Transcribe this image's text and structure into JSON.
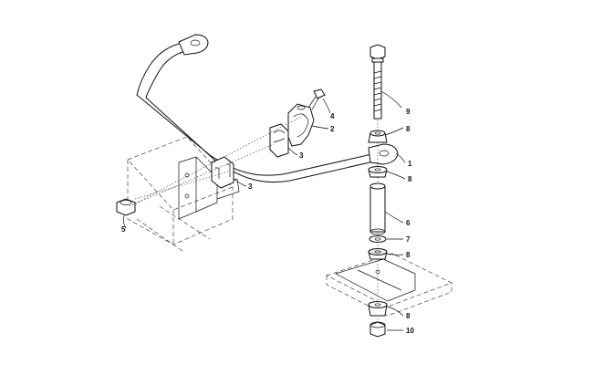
{
  "diagram": {
    "callouts": [
      {
        "id": "c-9",
        "label": "9"
      },
      {
        "id": "c-8a",
        "label": "8"
      },
      {
        "id": "c-1",
        "label": "1"
      },
      {
        "id": "c-8b",
        "label": "8"
      },
      {
        "id": "c-6",
        "label": "6"
      },
      {
        "id": "c-7",
        "label": "7"
      },
      {
        "id": "c-8c",
        "label": "8"
      },
      {
        "id": "c-8d",
        "label": "8"
      },
      {
        "id": "c-10",
        "label": "10"
      },
      {
        "id": "c-4",
        "label": "4"
      },
      {
        "id": "c-2",
        "label": "2"
      },
      {
        "id": "c-3a",
        "label": "3"
      },
      {
        "id": "c-3b",
        "label": "3"
      },
      {
        "id": "c-5",
        "label": "5"
      }
    ]
  }
}
